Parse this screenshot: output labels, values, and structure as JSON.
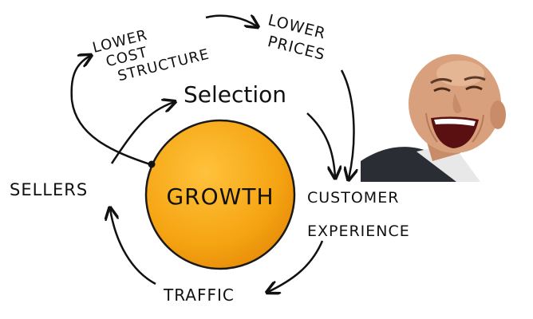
{
  "diagram": {
    "growth_label": "GROWTH",
    "selection_label": "Selection",
    "lower_cost_line1": "LOWER",
    "lower_cost_line2": "COST",
    "lower_cost_line3": "STRUCTURE",
    "lower_prices_line1": "LOWER",
    "lower_prices_line2": "PRICES",
    "customer_line1": "CUSTOMER",
    "customer_line2": "EXPERIENCE",
    "traffic_label": "TRAFFIC",
    "sellers_label": "SELLERS"
  },
  "colors": {
    "circle_fill": "#f5a412",
    "circle_stroke": "#1a1a1a",
    "ink": "#111111",
    "suit": "#2a2d33",
    "skin": "#d9a07d"
  },
  "photo": {
    "subject": "laughing-man-photo"
  }
}
